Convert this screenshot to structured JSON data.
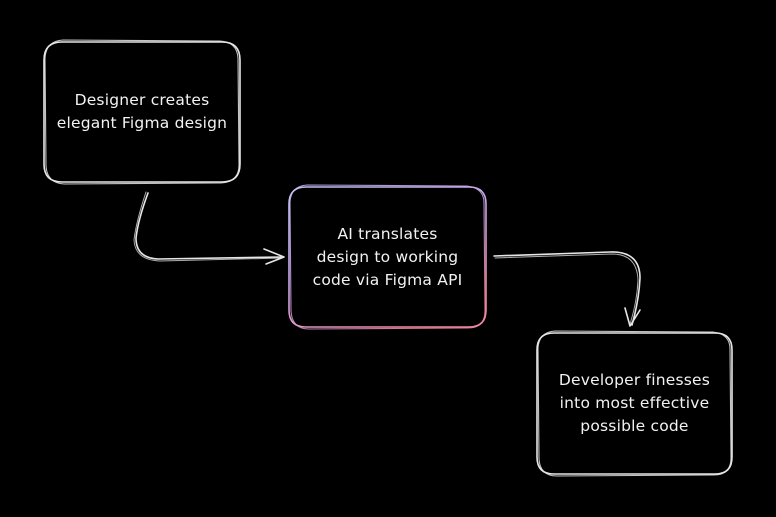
{
  "diagram": {
    "type": "flowchart",
    "style": "hand-drawn",
    "background": "#000000",
    "nodes": [
      {
        "id": "designer",
        "label": "Designer creates\nelegant Figma design",
        "stroke": "#e8e8e8"
      },
      {
        "id": "ai",
        "label": "AI translates\ndesign to working\ncode via Figma API",
        "stroke_gradient": [
          "#b8b4f0",
          "#d9a6e8",
          "#f08aa8"
        ]
      },
      {
        "id": "developer",
        "label": "Developer finesses\ninto most effective\npossible code",
        "stroke": "#e8e8e8"
      }
    ],
    "edges": [
      {
        "from": "designer",
        "to": "ai",
        "arrow": "right"
      },
      {
        "from": "ai",
        "to": "developer",
        "arrow": "down"
      }
    ]
  }
}
